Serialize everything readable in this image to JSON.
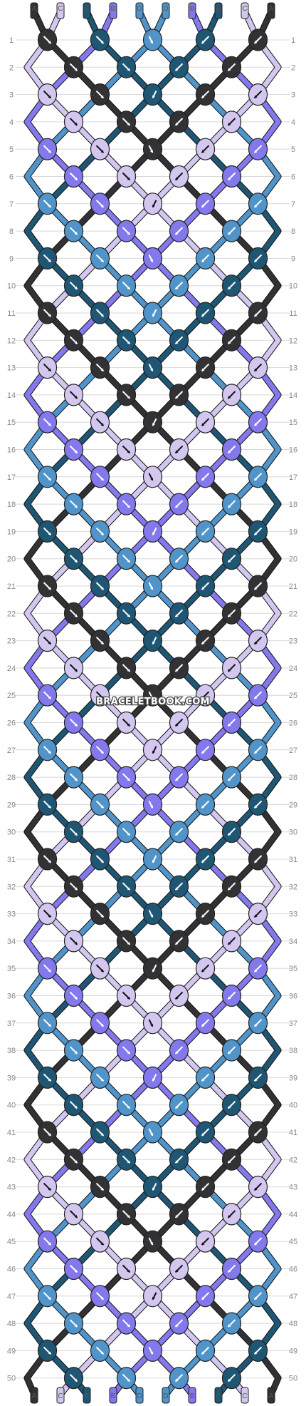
{
  "strand_letters": [
    "A",
    "C",
    "E",
    "B",
    "D",
    "D",
    "B",
    "E",
    "C",
    "A"
  ],
  "colors": {
    "A": "#323134",
    "B": "#8378EC",
    "C": "#D3C7F0",
    "D": "#5094C9",
    "E": "#1F5673"
  },
  "rows": 50,
  "row_labels": [
    "1",
    "2",
    "3",
    "4",
    "5",
    "6",
    "7",
    "8",
    "9",
    "10",
    "11",
    "12",
    "13",
    "14",
    "15",
    "16",
    "17",
    "18",
    "19",
    "20",
    "21",
    "22",
    "23",
    "24",
    "25",
    "26",
    "27",
    "28",
    "29",
    "30",
    "31",
    "32",
    "33",
    "34",
    "35",
    "36",
    "37",
    "38",
    "39",
    "40",
    "41",
    "42",
    "43",
    "44",
    "45",
    "46",
    "47",
    "48",
    "49",
    "50"
  ],
  "watermark": "BRACELETBOOK.COM",
  "background": "#FFFFFF"
}
